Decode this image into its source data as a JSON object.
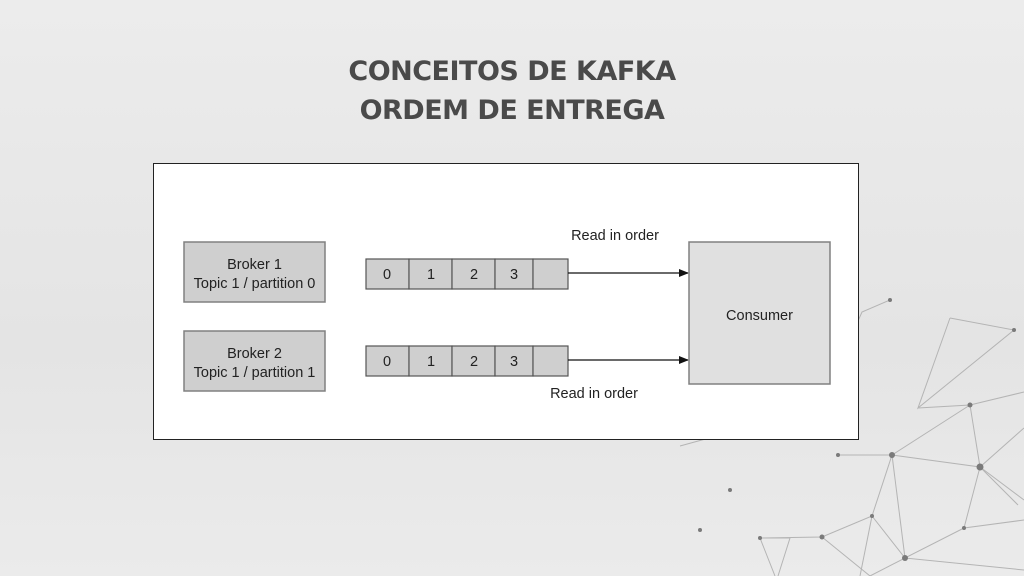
{
  "title": {
    "line1": "CONCEITOS DE KAFKA",
    "line2": "ORDEM DE ENTREGA"
  },
  "diagram": {
    "brokers": [
      {
        "name": "Broker 1",
        "detail": "Topic 1 / partition 0"
      },
      {
        "name": "Broker 2",
        "detail": "Topic 1 / partition 1"
      }
    ],
    "partition_offsets": [
      "0",
      "1",
      "2",
      "3"
    ],
    "consumer": {
      "label": "Consumer"
    },
    "arrow_labels": [
      "Read in order",
      "Read in order"
    ]
  },
  "colors": {
    "box_fill": "#cfcfcf",
    "box_stroke": "#808080",
    "consumer_fill": "#e0e0e0",
    "text": "#222222",
    "title": "#4a4a4a"
  }
}
